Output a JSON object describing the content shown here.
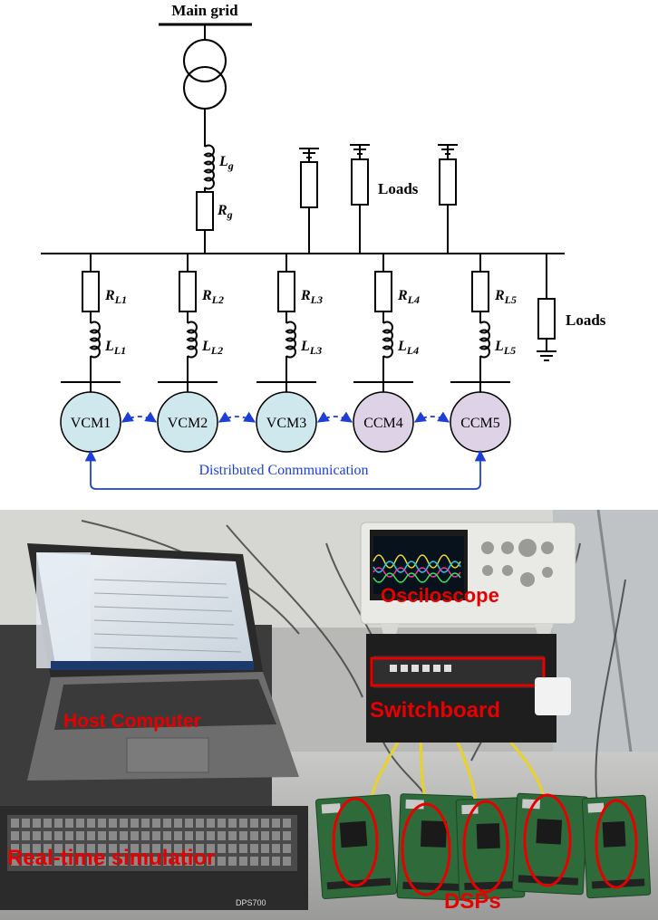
{
  "grid": {
    "title": "Main grid",
    "inductor_sym": "L",
    "inductor_sub": "g",
    "resistor_sym": "R",
    "resistor_sub": "g"
  },
  "loads_label_top": "Loads",
  "loads_label_right": "Loads",
  "feeders": [
    {
      "r_sym": "R",
      "r_sub": "L1",
      "l_sym": "L",
      "l_sub": "L1",
      "module": "VCM1",
      "type": "voltage"
    },
    {
      "r_sym": "R",
      "r_sub": "L2",
      "l_sym": "L",
      "l_sub": "L2",
      "module": "VCM2",
      "type": "voltage"
    },
    {
      "r_sym": "R",
      "r_sub": "L3",
      "l_sym": "L",
      "l_sub": "L3",
      "module": "VCM3",
      "type": "voltage"
    },
    {
      "r_sym": "R",
      "r_sub": "L4",
      "l_sym": "L",
      "l_sub": "L4",
      "module": "CCM4",
      "type": "current"
    },
    {
      "r_sym": "R",
      "r_sub": "L5",
      "l_sym": "L",
      "l_sub": "L5",
      "module": "CCM5",
      "type": "current"
    }
  ],
  "communication_label": "Distributed Conmmunication",
  "photo": {
    "labels": {
      "oscilloscope": "Osciloscope",
      "switchboard": "Switchboard",
      "host": "Host Computer",
      "simulator": "Real-time simulatior",
      "dsps": "DSPs"
    },
    "brand_strip": "DPS700"
  },
  "colors": {
    "voltage_module": "#cfe8ee",
    "current_module": "#ddd2e6",
    "link": "#1d3fd6",
    "label_red": "#e60000"
  }
}
